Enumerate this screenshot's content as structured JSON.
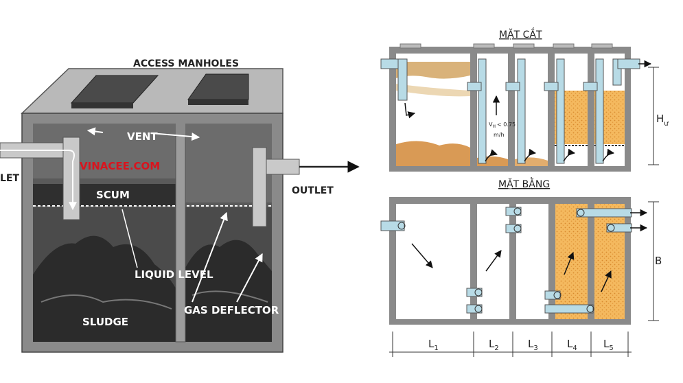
{
  "left_diagram": {
    "access_manholes": "ACCESS MANHOLES",
    "vent": "VENT",
    "brand": "VINACEE.COM",
    "inlet_partial": "LET",
    "outlet": "OUTLET",
    "scum": "SCUM",
    "liquid_level": "LIQUID LEVEL",
    "gas_deflector": "GAS DEFLECTOR",
    "sludge": "SLUDGE"
  },
  "section_view": {
    "title": "MẶT CẮT",
    "velocity_main": "V",
    "velocity_sub": "H",
    "velocity_limit": "< 0.75",
    "velocity_unit": "m/h",
    "height_main": "H",
    "height_sub": "ư"
  },
  "plan_view": {
    "title": "MẶT BẰNG",
    "width_label": "B",
    "lengths": [
      {
        "main": "L",
        "sub": "1"
      },
      {
        "main": "L",
        "sub": "2"
      },
      {
        "main": "L",
        "sub": "3"
      },
      {
        "main": "L",
        "sub": "4"
      },
      {
        "main": "L",
        "sub": "5"
      }
    ]
  },
  "colors": {
    "tank_wall": "#8a8a8a",
    "tank_dark": "#555555",
    "sludge_dark": "#3a3a3a",
    "brand_red": "#d9141e",
    "filter_orange": "#f2b35c",
    "pipe_blue": "#b8dbe6"
  }
}
